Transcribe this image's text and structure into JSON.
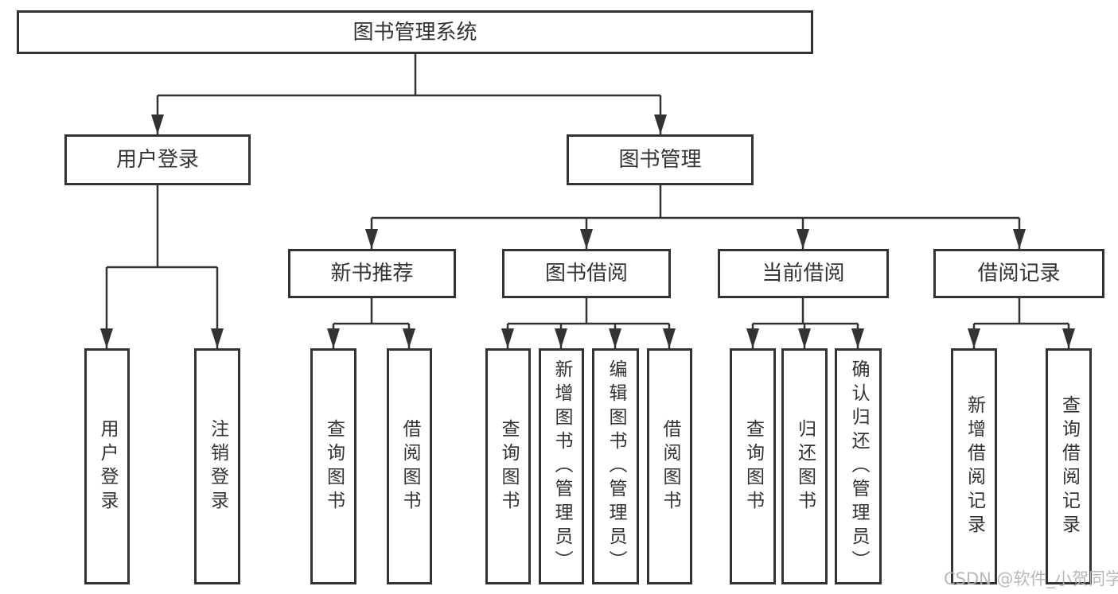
{
  "diagram_title": "图书管理系统",
  "tree": {
    "label": "图书管理系统",
    "children": [
      {
        "label": "用户登录",
        "children": [
          {
            "label": "用户登录"
          },
          {
            "label": "注销登录"
          }
        ]
      },
      {
        "label": "图书管理",
        "children": [
          {
            "label": "新书推荐",
            "children": [
              {
                "label": "查询图书"
              },
              {
                "label": "借阅图书"
              }
            ]
          },
          {
            "label": "图书借阅",
            "children": [
              {
                "label": "查询图书"
              },
              {
                "label": "新增图书（管理员）"
              },
              {
                "label": "编辑图书（管理员）"
              },
              {
                "label": "借阅图书"
              }
            ]
          },
          {
            "label": "当前借阅",
            "children": [
              {
                "label": "查询图书"
              },
              {
                "label": "归还图书"
              },
              {
                "label": "确认归还（管理员）"
              }
            ]
          },
          {
            "label": "借阅记录",
            "children": [
              {
                "label": "新增借阅记录"
              },
              {
                "label": "查询借阅记录"
              }
            ]
          }
        ]
      }
    ]
  },
  "watermark": {
    "text": "CSDN @软件_小贺同学",
    "color": "#b2b2b2"
  },
  "colors": {
    "background": "#ffffff",
    "line": "#333333",
    "text": "#333333",
    "box_fill": "#ffffff"
  }
}
